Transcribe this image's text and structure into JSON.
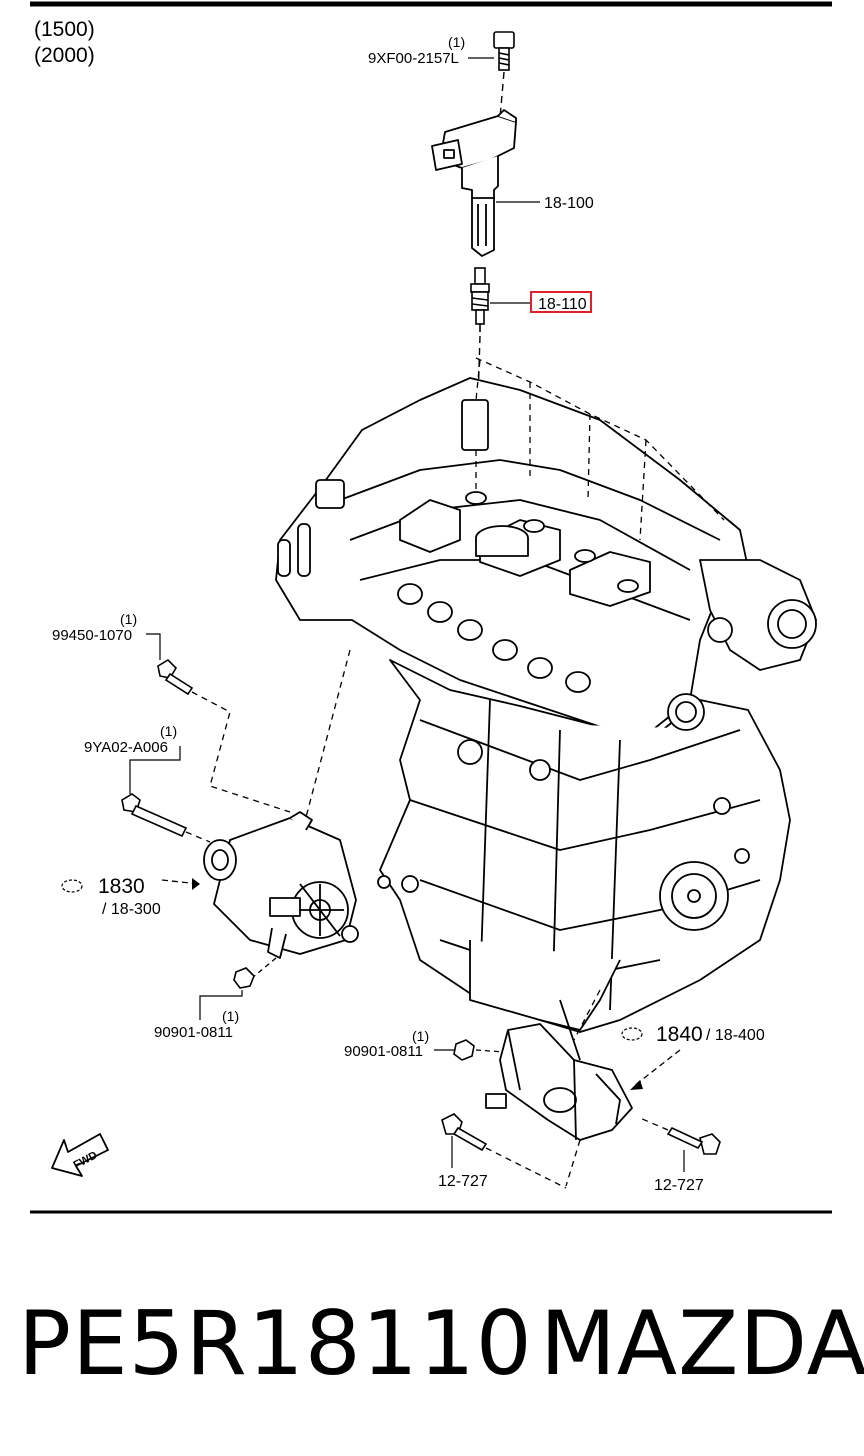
{
  "variants": [
    "(1500)",
    "(2000)"
  ],
  "callouts": {
    "bolt_top": {
      "qty": "(1)",
      "code": "9XF00-2157L"
    },
    "coil": {
      "code": "18-100"
    },
    "spark_plug": {
      "code": "18-110"
    },
    "bolt_alt_upper": {
      "qty": "(1)",
      "code": "99450-1070"
    },
    "bolt_alt_lower": {
      "qty": "(1)",
      "code": "9YA02-A006"
    },
    "alternator": {
      "fig": "1830",
      "ref": "/ 18-300"
    },
    "nut_alt": {
      "qty": "(1)",
      "code": "90901-0811"
    },
    "nut_starter": {
      "qty": "(1)",
      "code": "90901-0811"
    },
    "starter": {
      "fig": "1840",
      "ref": "/ 18-400"
    },
    "bolt_starter_left": {
      "code": "12-727"
    },
    "bolt_starter_right": {
      "code": "12-727"
    },
    "fwd": "FWD"
  },
  "highlight_color": "#e0202a",
  "footer": {
    "part_number": "PE5R18110",
    "brand": "MAZDA"
  }
}
